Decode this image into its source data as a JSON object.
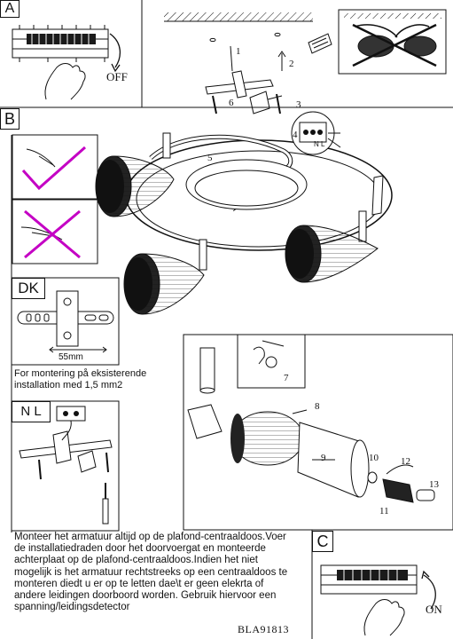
{
  "section_labels": {
    "a": "A",
    "b": "B",
    "c": "C",
    "dk": "DK",
    "nl": "N L"
  },
  "off_text": "OFF",
  "on_text": "ON",
  "step_numbers": [
    "1",
    "2",
    "3",
    "4",
    "5",
    "6",
    "7",
    "8",
    "9",
    "10",
    "11",
    "12",
    "13"
  ],
  "dk_dimension": "55mm",
  "dk_note": "For montering på eksisterende installation med 1,5 mm2",
  "nl_terminal_label": "N L",
  "instruction_text": "Monteer het armatuur altijd op de plafond-centraaldoos.Voer de installatiedraden door het doorvoergat en monteerde achterplaat op de plafond-centraaldoos.Indien het niet mogelijk is het armatuur rechtstreeks op een centraaldoos te monteren diedt u er op te letten dae\\t er geen elekrta of andere leidingen doorboord worden. Gebruik hiervoor een spanning/leidingsdetector",
  "model_code": "BLA91813",
  "icons": [
    "circuit-breaker-icon",
    "hand-icon",
    "arrow-icon",
    "check-icon",
    "cross-icon",
    "screwdriver-icon",
    "wall-plug-icon",
    "terminal-block-icon",
    "bulb-icon"
  ],
  "colors": {
    "line": "#111111",
    "check": "#c400c4",
    "cross": "#c400c4",
    "shade": "#2a2a2a"
  }
}
